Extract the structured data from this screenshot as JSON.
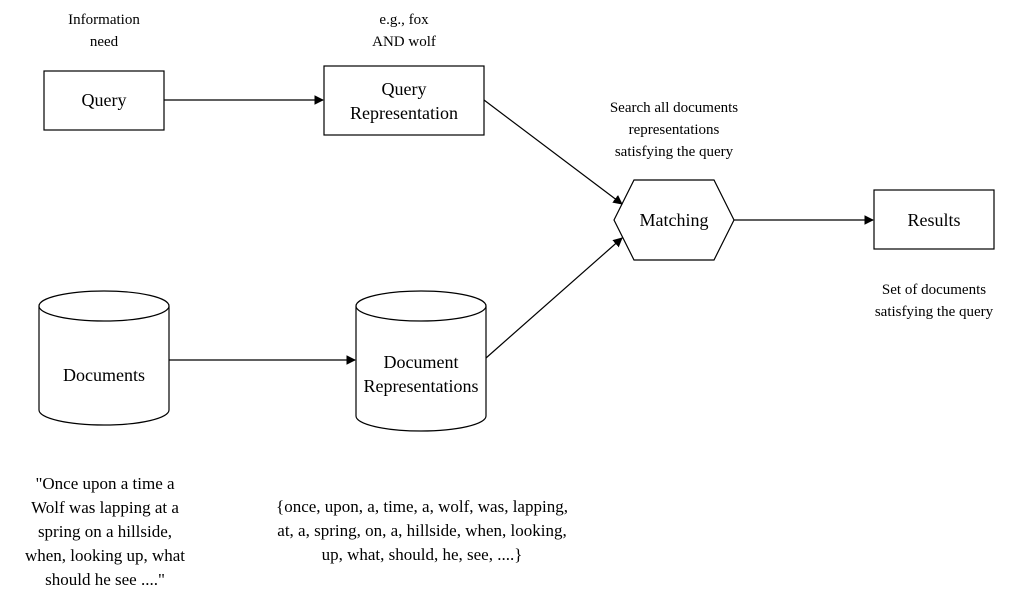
{
  "annotations": {
    "information_need": "Information\nneed",
    "query_example": "e.g., fox\nAND wolf",
    "search_note": "Search all documents\nrepresentations\nsatisfying the query",
    "results_note": "Set of documents\nsatisfying the query"
  },
  "nodes": {
    "query": "Query",
    "query_representation": "Query\nRepresentation",
    "matching": "Matching",
    "results": "Results",
    "documents": "Documents",
    "document_representations": "Document\nRepresentations"
  },
  "examples": {
    "document_text": "\"Once upon a time a\nWolf was lapping at a\nspring on a hillside,\nwhen, looking up, what\nshould he see ....\"",
    "token_set": "{once, upon, a, time, a, wolf, was, lapping,\nat, a, spring, on, a, hillside, when, looking,\nup, what, should, he, see, ....}"
  },
  "colors": {
    "stroke": "#000000",
    "fill": "#ffffff"
  }
}
